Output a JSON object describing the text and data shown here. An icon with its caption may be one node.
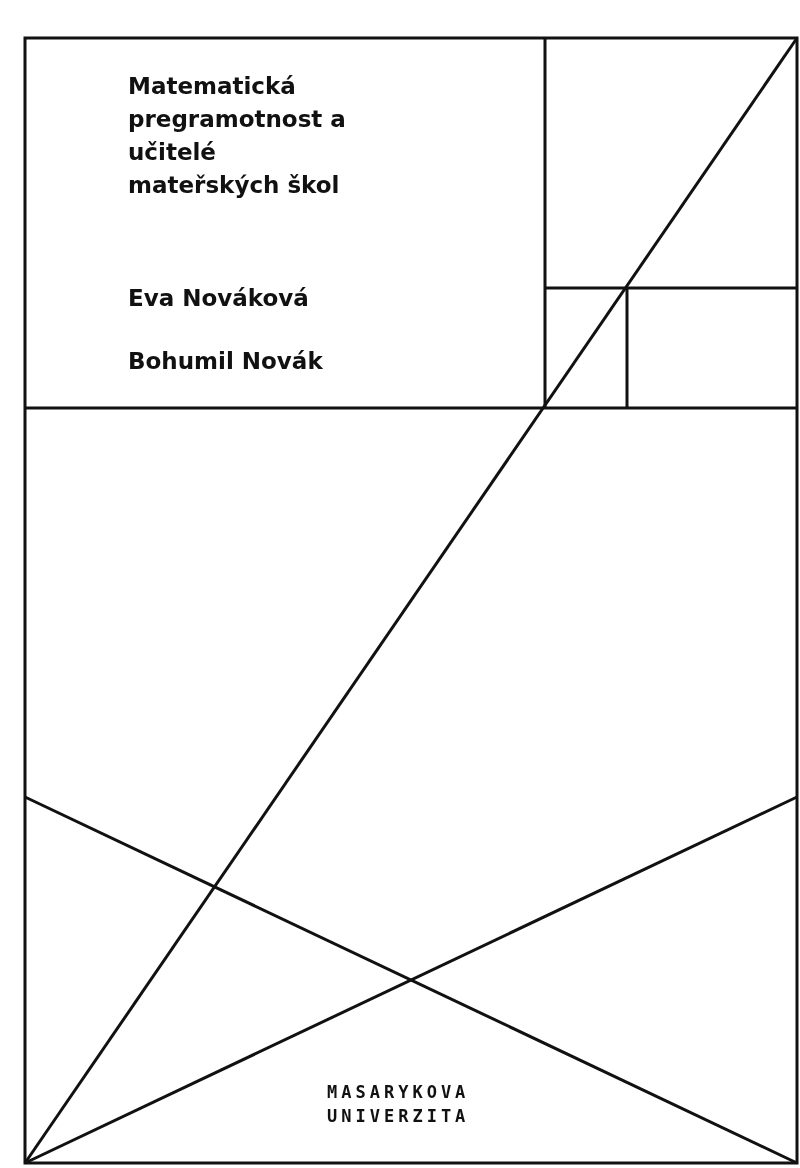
{
  "diagram": {
    "title": "Matematická pregramotnost a učitelé mateřských škol",
    "labels": [
      "Eva Nováková",
      "Bohumil Novák",
      "MASARYKOVA UNIVERZITA"
    ]
  }
}
